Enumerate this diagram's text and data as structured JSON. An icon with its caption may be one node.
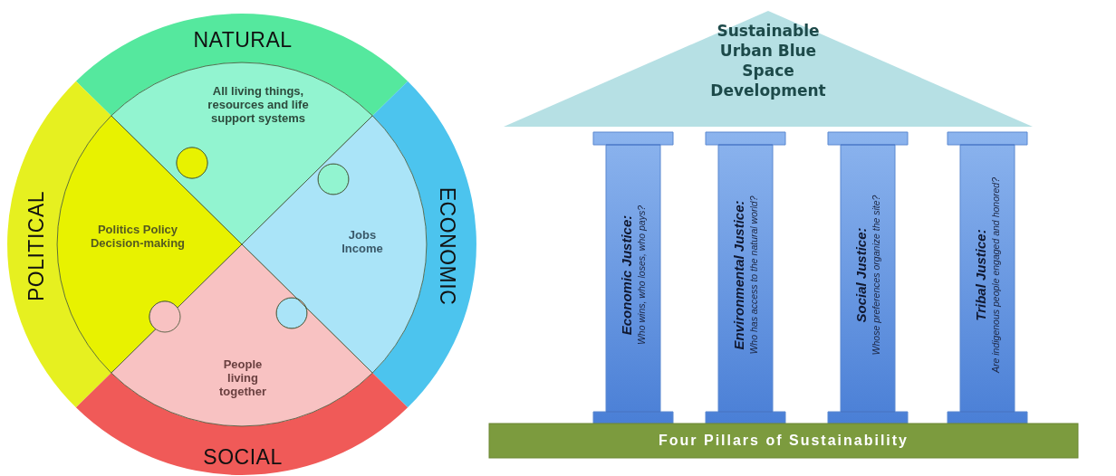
{
  "diagram": {
    "nodes": [
      {
        "text": [
          "NATURAL"
        ]
      },
      {
        "text": [
          "All living things, resources and life support systems"
        ]
      },
      {
        "text": [
          "POLITICAL"
        ]
      },
      {
        "text": [
          "Politics Policy Decision-making"
        ]
      },
      {
        "text": [
          "Jobs Income"
        ]
      },
      {
        "text": [
          "ECONOMIC"
        ]
      },
      {
        "text": [
          "People living together"
        ]
      },
      {
        "text": [
          "SOCIAL"
        ]
      },
      {
        "text": [
          "Sustainable Urban Blue Space Development"
        ]
      },
      {
        "text": [
          "Economic Justice:",
          "Who wins, who loses, who pays?"
        ]
      },
      {
        "text": [
          "Environmental Justice:",
          "Who has access to the natural world?"
        ]
      },
      {
        "text": [
          "Social Justice:",
          "Whose preferences organize the site?"
        ]
      },
      {
        "text": [
          "Tribal Justice:",
          "Are indigenous people engaged and honored?"
        ]
      },
      {
        "text": [
          "Four Pillars of Sustainability"
        ]
      }
    ]
  }
}
